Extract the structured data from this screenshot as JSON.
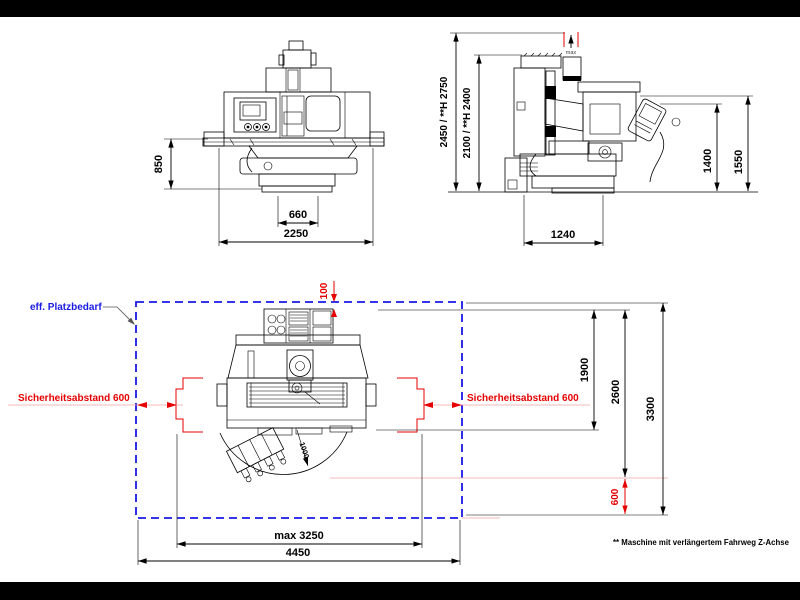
{
  "colors": {
    "line": "#000000",
    "accent_red": "#e60000",
    "accent_blue": "#1a1ae6",
    "light_red": "#f2a2a2"
  },
  "front_view": {
    "dim_console_height": "850",
    "dim_base_width": "660",
    "dim_total_width": "2250"
  },
  "side_view": {
    "dim_height_total": "2450 / **H 2750",
    "dim_height_machine": "2100 / **H 2400",
    "dim_height_panel": "1400",
    "dim_height_wheel": "1550",
    "dim_base_depth": "1240",
    "label_max": "max"
  },
  "plan_view": {
    "label_space": "eff. Platzbedarf",
    "label_safety_left": "Sicherheitsabstand 600",
    "label_safety_right": "Sicherheitsabstand 600",
    "dim_offset_rear": "100",
    "dim_depth_table": "1900",
    "dim_depth_machine": "2600",
    "dim_depth_total": "3300",
    "dim_offset_front": "600",
    "dim_swing_radius": "1000",
    "dim_width_max": "max 3250",
    "dim_width_total": "4450"
  },
  "footnote": "** Maschine mit verlängertem Fahrweg Z-Achse"
}
